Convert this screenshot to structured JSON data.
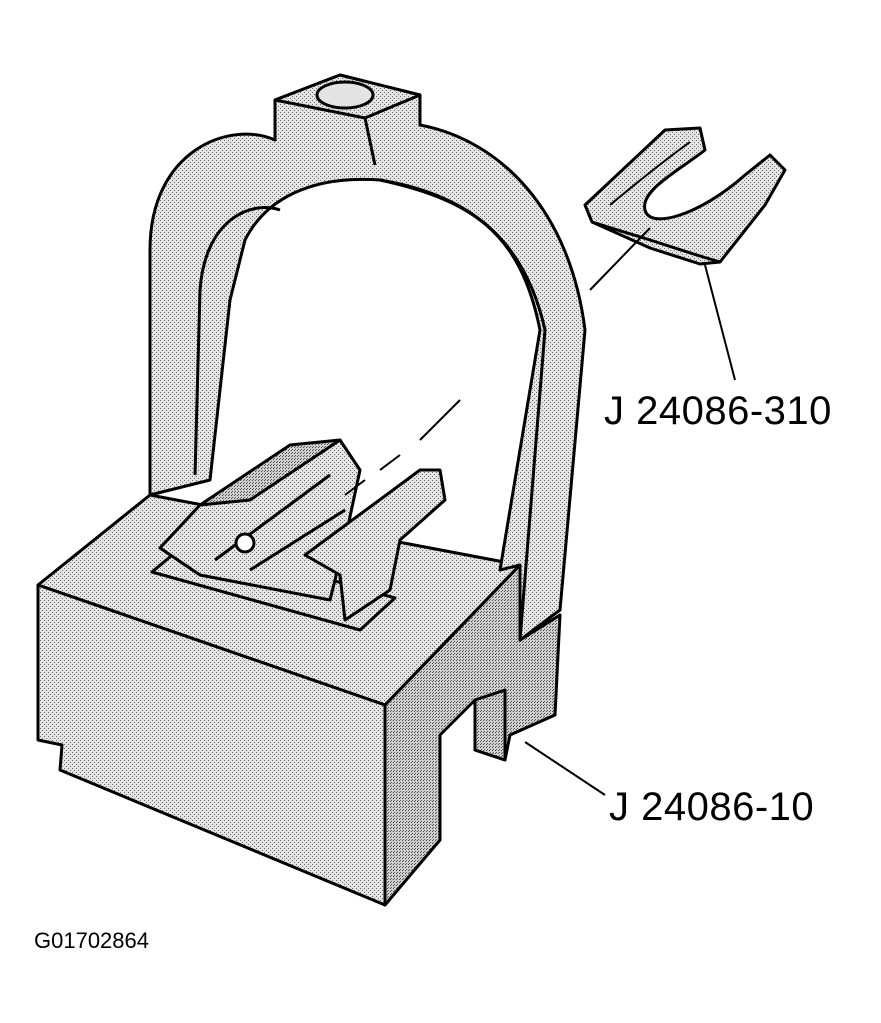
{
  "callouts": {
    "shim": "J 24086-310",
    "fixture": "J 24086-10"
  },
  "figure_id": "G01702864",
  "colors": {
    "line": "#000000",
    "shade": "#d9d9d9",
    "background": "#ffffff"
  }
}
